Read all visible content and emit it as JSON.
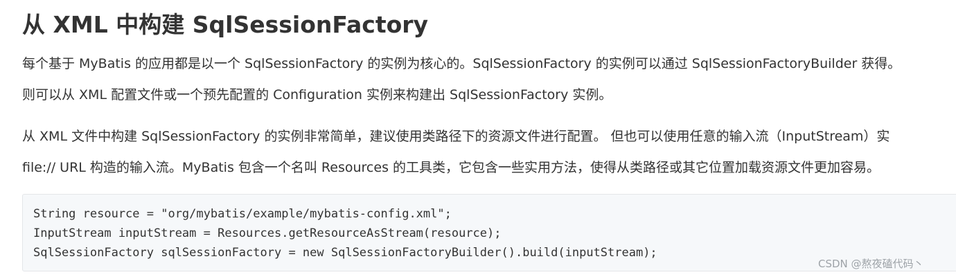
{
  "heading": "从 XML 中构建 SqlSessionFactory",
  "paragraphs": [
    {
      "lines": [
        "每个基于 MyBatis 的应用都是以一个 SqlSessionFactory 的实例为核心的。SqlSessionFactory 的实例可以通过 SqlSessionFactoryBuilder 获得。",
        "则可以从 XML 配置文件或一个预先配置的 Configuration 实例来构建出 SqlSessionFactory 实例。"
      ]
    },
    {
      "lines": [
        "从 XML 文件中构建 SqlSessionFactory 的实例非常简单，建议使用类路径下的资源文件进行配置。 但也可以使用任意的输入流（InputStream）实",
        "file:// URL 构造的输入流。MyBatis 包含一个名叫 Resources 的工具类，它包含一些实用方法，使得从类路径或其它位置加载资源文件更加容易。"
      ]
    }
  ],
  "code_lines": [
    "String resource = \"org/mybatis/example/mybatis-config.xml\";",
    "InputStream inputStream = Resources.getResourceAsStream(resource);",
    "SqlSessionFactory sqlSessionFactory = new SqlSessionFactoryBuilder().build(inputStream);"
  ],
  "watermark": "CSDN @熬夜磕代码丶",
  "colors": {
    "text": "#333333",
    "code_background": "#f6f8fa",
    "code_border": "#e4e6e9",
    "watermark": "#9ea3a8"
  }
}
